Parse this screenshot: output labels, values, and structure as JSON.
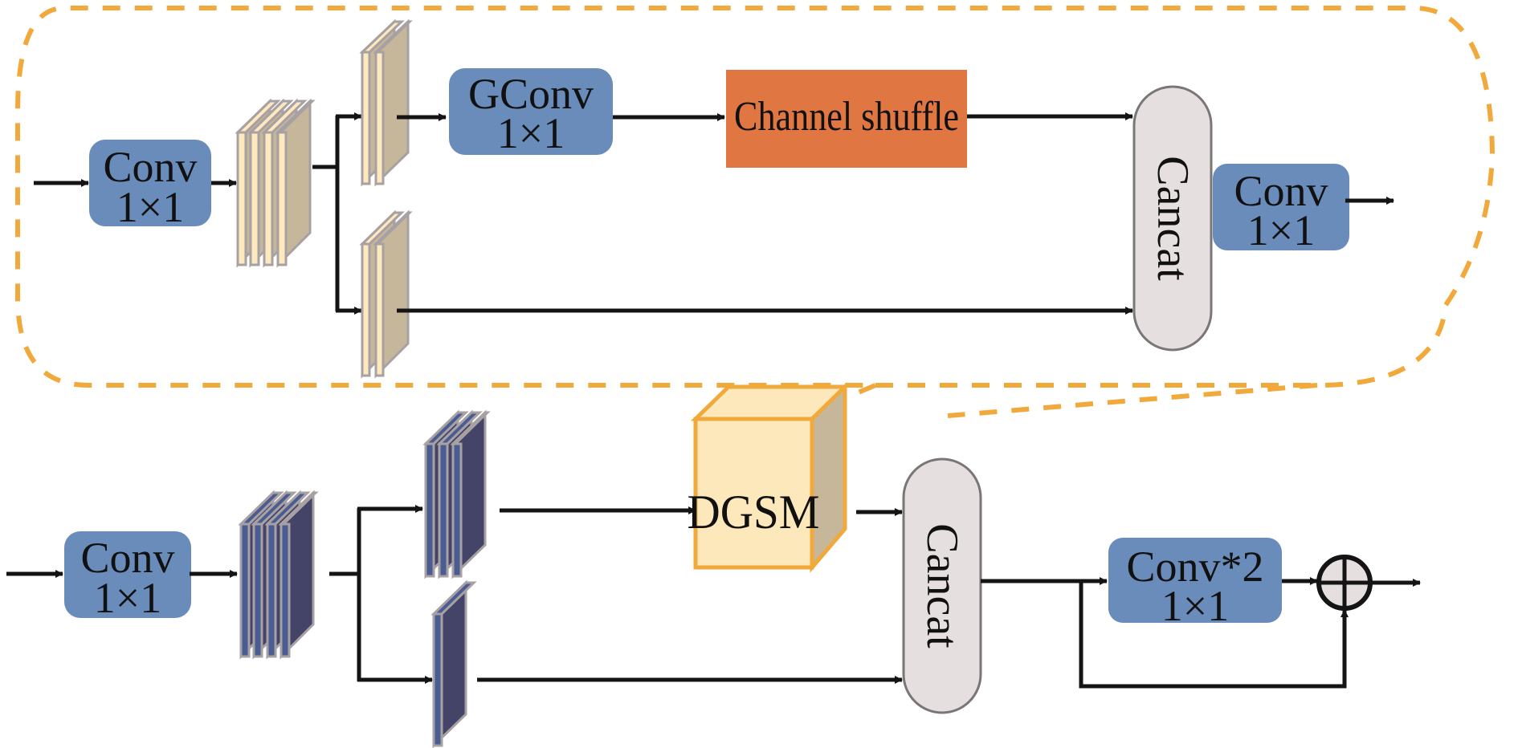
{
  "colors": {
    "conv_block": "#6a8cba",
    "channel_shuffle": "#e07641",
    "cancat": "#e5e0df",
    "feature_light_face": "#fde9bd",
    "feature_light_side": "#c6b69a",
    "feature_dark_face": "#4a5c92",
    "feature_dark_side": "#434468",
    "feature_edge": "#a7a1a3",
    "dgsm_face": "#fde8bb",
    "dgsm_border": "#f0a93a",
    "dashed_outline": "#f0a93a",
    "arrow": "#141414"
  },
  "dgsm_detail": {
    "title": "DGSM (expanded)",
    "conv_in": {
      "line1": "Conv",
      "line2": "1×1"
    },
    "gconv": {
      "line1": "GConv",
      "line2": "1×1"
    },
    "channel_shuffle": "Channel shuffle",
    "cancat": "Cancat",
    "conv_out": {
      "line1": "Conv",
      "line2": "1×1"
    }
  },
  "main_block": {
    "conv_in": {
      "line1": "Conv",
      "line2": "1×1"
    },
    "dgsm": "DGSM",
    "cancat": "Cancat",
    "conv2": {
      "line1": "Conv*2",
      "line2": "1×1"
    },
    "add_symbol": "element-wise addition"
  }
}
